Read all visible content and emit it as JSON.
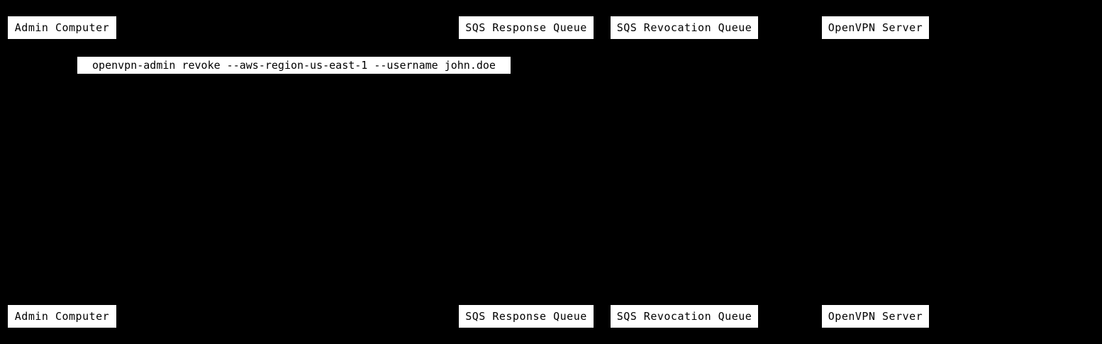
{
  "diagram": {
    "type": "sequence-diagram",
    "colors": {
      "background": "#000000",
      "box_fill": "#ffffff",
      "box_text": "#000000"
    },
    "actors": [
      {
        "label": "Admin Computer"
      },
      {
        "label": "SQS Response Queue"
      },
      {
        "label": "SQS Revocation Queue"
      },
      {
        "label": "OpenVPN Server"
      }
    ],
    "messages": [
      {
        "text": "openvpn-admin revoke --aws-region-us-east-1 --username john.doe"
      }
    ]
  }
}
